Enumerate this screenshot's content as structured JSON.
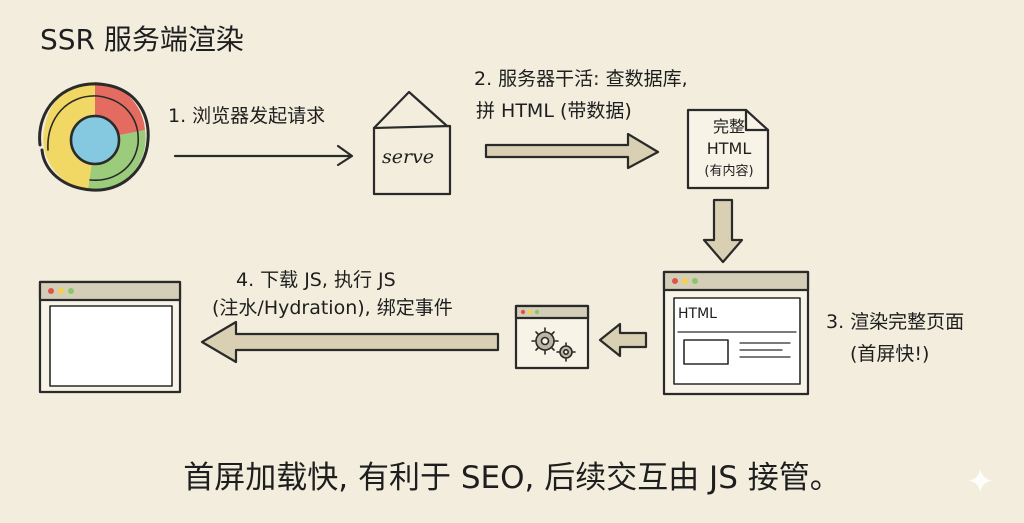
{
  "title": "SSR 服务端渲染",
  "steps": {
    "step1": "1. 浏览器发起请求",
    "step2_line1": "2. 服务器干活: 查数据库,",
    "step2_line2": "拼 HTML (带数据)",
    "step3_line1": "3. 渲染完整页面",
    "step3_line2": "(首屏快!)",
    "step4_line1": "4. 下载 JS, 执行 JS",
    "step4_line2": "(注水/Hydration), 绑定事件"
  },
  "nodes": {
    "server_label": "serve",
    "doc_line1": "完整",
    "doc_line2": "HTML",
    "doc_line3": "(有内容)",
    "page_html_label": "HTML"
  },
  "footer": "首屏加载快, 有利于 SEO, 后续交互由 JS 接管。",
  "sparkle": "✦",
  "colors": {
    "background": "#f2eddd",
    "arrow_fill": "#d9d0b4",
    "stroke": "#2a2a2a",
    "browser_red": "#e0534a",
    "browser_green": "#8cc66a",
    "browser_yellow": "#f1d24d",
    "browser_blue": "#84c9e0"
  },
  "icons": [
    "browser-logo-icon",
    "server-icon",
    "html-document-icon",
    "gear-icon"
  ]
}
